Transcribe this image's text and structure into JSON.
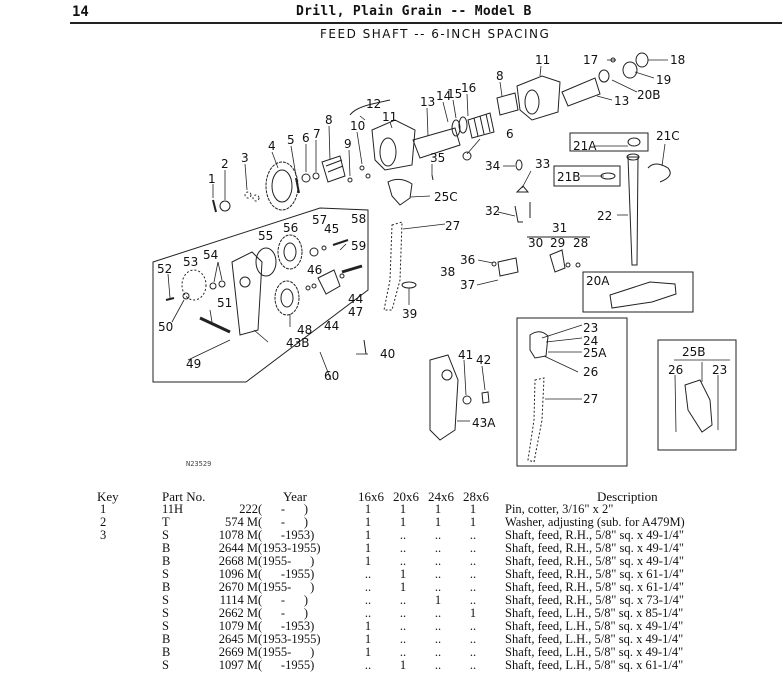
{
  "header": {
    "page_number": "14",
    "title": "Drill, Plain Grain -- Model B",
    "subtitle": "FEED SHAFT -- 6-INCH SPACING"
  },
  "diagram": {
    "figure_id": "N23529",
    "callouts": [
      "1",
      "2",
      "3",
      "4",
      "5",
      "6",
      "7",
      "8",
      "9",
      "10",
      "11",
      "12",
      "13",
      "14",
      "15",
      "16",
      "8",
      "6",
      "11",
      "17",
      "18",
      "19",
      "20B",
      "13",
      "21A",
      "21C",
      "21B",
      "22",
      "34",
      "33",
      "32",
      "31",
      "30",
      "29",
      "28",
      "35",
      "25C",
      "27",
      "38",
      "36",
      "37",
      "20A",
      "39",
      "52",
      "53",
      "54",
      "55",
      "56",
      "57",
      "45",
      "58",
      "59",
      "46",
      "44",
      "47",
      "44",
      "48",
      "43B",
      "51",
      "50",
      "49",
      "60",
      "40",
      "41",
      "42",
      "43A",
      "23",
      "24",
      "25A",
      "26",
      "27",
      "25B",
      "26",
      "23"
    ]
  },
  "table": {
    "headers": {
      "key": "Key",
      "part_no": "Part No.",
      "year": "Year",
      "sizes": [
        "16x6",
        "20x6",
        "24x6",
        "28x6"
      ],
      "description": "Description"
    },
    "rows": [
      {
        "key": "1",
        "prefix": "11H",
        "number": "222",
        "year": "(      -      )",
        "q": [
          "1",
          "1",
          "1",
          "1"
        ],
        "description": "Pin, cotter, 3/16\" x 2\""
      },
      {
        "key": "2",
        "prefix": "T",
        "number": "574 M",
        "year": "(      -      )",
        "q": [
          "1",
          "1",
          "1",
          "1"
        ],
        "description": "Washer, adjusting (sub. for A479M)"
      },
      {
        "key": "3",
        "prefix": "S",
        "number": "1078 M",
        "year": "(      -1953)",
        "q": [
          "1",
          "..",
          "..",
          ".."
        ],
        "description": "Shaft, feed, R.H., 5/8\" sq. x 49-1/4\""
      },
      {
        "key": "",
        "prefix": "B",
        "number": "2644 M",
        "year": "(1953-1955)",
        "q": [
          "1",
          "..",
          "..",
          ".."
        ],
        "description": "Shaft, feed, R.H., 5/8\" sq. x 49-1/4\""
      },
      {
        "key": "",
        "prefix": "B",
        "number": "2668 M",
        "year": "(1955-      )",
        "q": [
          "1",
          "..",
          "..",
          ".."
        ],
        "description": "Shaft, feed, R.H., 5/8\" sq. x 49-1/4\""
      },
      {
        "key": "",
        "prefix": "S",
        "number": "1096 M",
        "year": "(      -1955)",
        "q": [
          "..",
          "1",
          "..",
          ".."
        ],
        "description": "Shaft, feed, R.H., 5/8\" sq. x 61-1/4\""
      },
      {
        "key": "",
        "prefix": "B",
        "number": "2670 M",
        "year": "(1955-      )",
        "q": [
          "..",
          "1",
          "..",
          ".."
        ],
        "description": "Shaft, feed, R.H., 5/8\" sq. x 61-1/4\""
      },
      {
        "key": "",
        "prefix": "S",
        "number": "1114 M",
        "year": "(      -      )",
        "q": [
          "..",
          "..",
          "1",
          ".."
        ],
        "description": "Shaft, feed, R.H., 5/8\" sq. x 73-1/4\""
      },
      {
        "key": "",
        "prefix": "S",
        "number": "2662 M",
        "year": "(      -      )",
        "q": [
          "..",
          "..",
          "..",
          "1"
        ],
        "description": "Shaft, feed, L.H., 5/8\" sq. x 85-1/4\""
      },
      {
        "key": "",
        "prefix": "S",
        "number": "1079 M",
        "year": "(      -1953)",
        "q": [
          "1",
          "..",
          "..",
          ".."
        ],
        "description": "Shaft, feed, L.H., 5/8\" sq. x 49-1/4\""
      },
      {
        "key": "",
        "prefix": "B",
        "number": "2645 M",
        "year": "(1953-1955)",
        "q": [
          "1",
          "..",
          "..",
          ".."
        ],
        "description": "Shaft, feed, L.H., 5/8\" sq. x 49-1/4\""
      },
      {
        "key": "",
        "prefix": "B",
        "number": "2669 M",
        "year": "(1955-      )",
        "q": [
          "1",
          "..",
          "..",
          ".."
        ],
        "description": "Shaft, feed, L.H., 5/8\" sq. x 49-1/4\""
      },
      {
        "key": "",
        "prefix": "S",
        "number": "1097 M",
        "year": "(      -1955)",
        "q": [
          "..",
          "1",
          "..",
          ".."
        ],
        "description": "Shaft, feed, L.H., 5/8\" sq. x 61-1/4\""
      }
    ]
  }
}
